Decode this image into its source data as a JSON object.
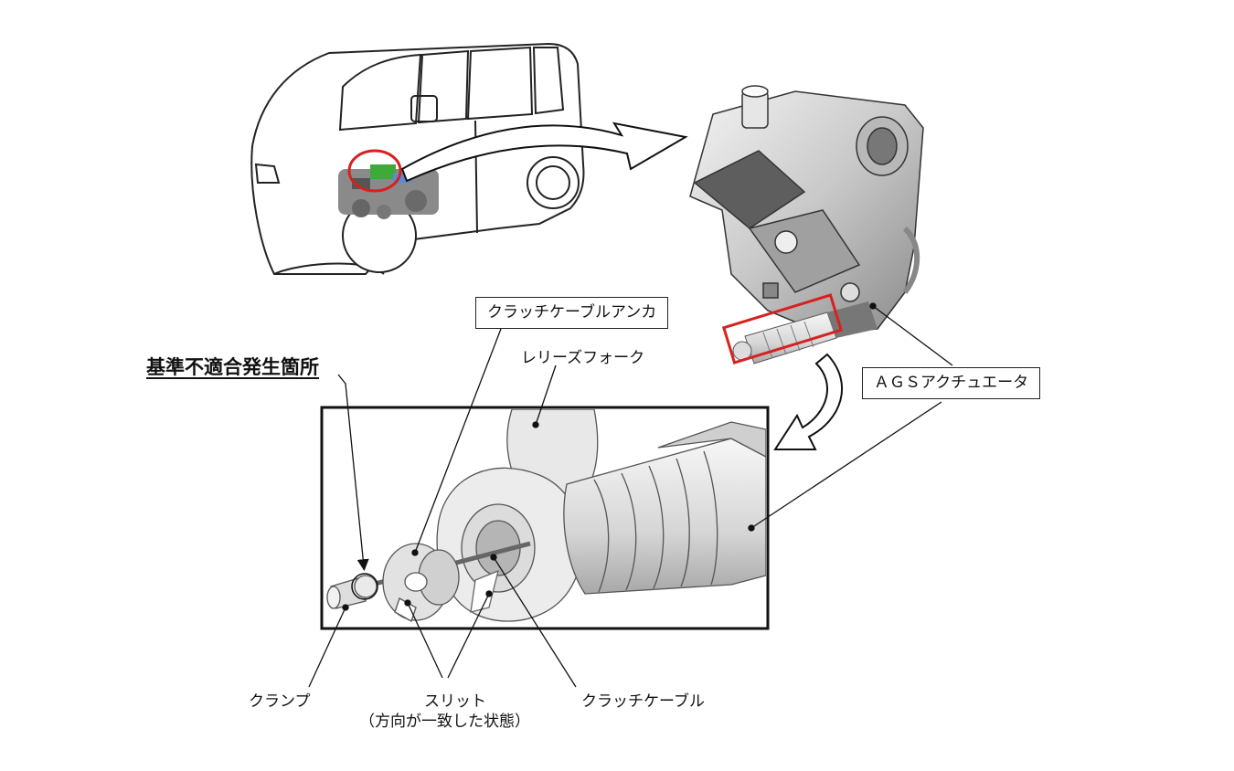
{
  "labels": {
    "nonconformity_location": "基準不適合発生箇所",
    "clutch_cable_anchor": "クラッチケーブルアンカ",
    "release_fork": "レリーズフォーク",
    "ags_actuator": "ＡＧＳアクチュエータ",
    "clamp": "クランプ",
    "slit": "スリット",
    "slit_note": "（方向が一致した状態）",
    "clutch_cable": "クラッチケーブル"
  },
  "colors": {
    "highlight_red": "#d8201f",
    "line": "#222222",
    "engine_green": "#3faa3a"
  }
}
